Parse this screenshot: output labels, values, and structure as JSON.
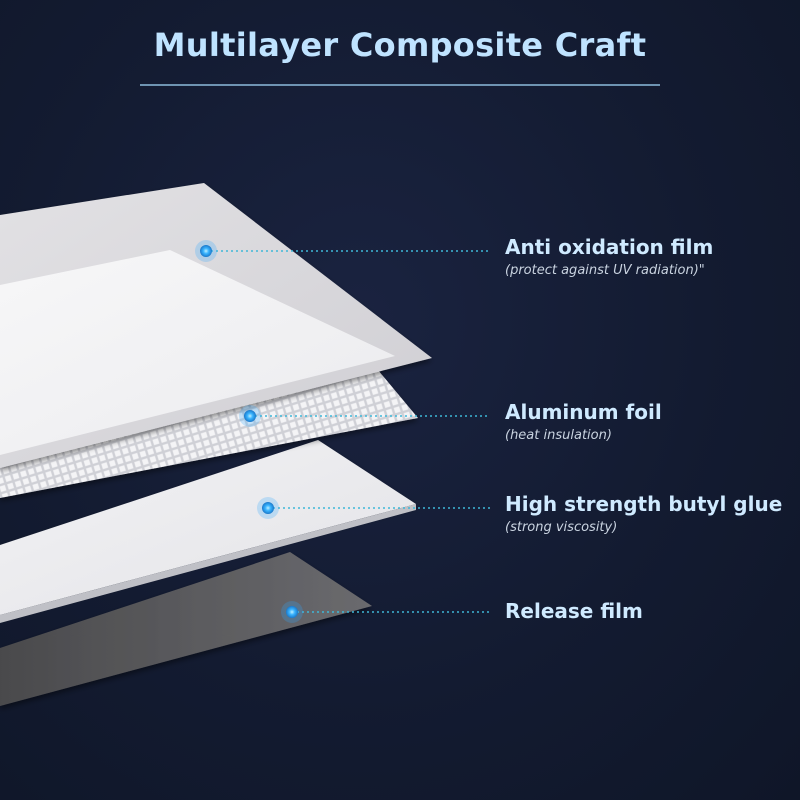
{
  "title": "Multilayer Composite Craft",
  "layers": [
    {
      "name": "Anti oxidation film",
      "note": "(protect against UV radiation)\""
    },
    {
      "name": "Aluminum foil",
      "note": "(heat insulation)"
    },
    {
      "name": "High strength butyl glue",
      "note": "(strong viscosity)"
    },
    {
      "name": "Release film",
      "note": ""
    }
  ],
  "colors": {
    "background": "#131b31",
    "title": "#bfe3ff",
    "label": "#cfeaff",
    "note": "#c9d3e0",
    "marker": "#2ea8ff",
    "leader": "#3fb7d8"
  }
}
